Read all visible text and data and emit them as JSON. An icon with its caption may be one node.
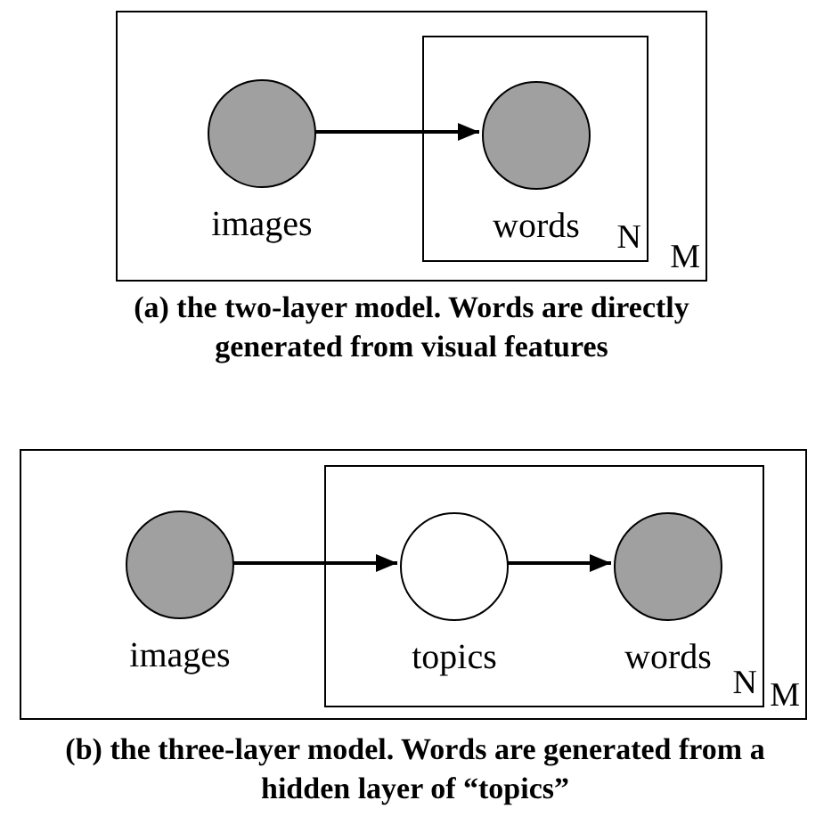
{
  "diagram": {
    "nodes": [
      {
        "text": [
          "M"
        ]
      },
      {
        "text": [
          "N"
        ],
        "in": 0
      },
      {
        "text": [
          "images"
        ],
        "in": 0
      },
      {
        "text": [
          "words"
        ],
        "in": 1
      },
      {
        "text": [
          "M"
        ]
      },
      {
        "text": [
          "N"
        ],
        "in": 4
      },
      {
        "text": [
          "images"
        ],
        "in": 4
      },
      {
        "text": [
          "topics"
        ],
        "in": 5
      },
      {
        "text": [
          "words"
        ],
        "in": 5
      }
    ],
    "edges": [
      {
        "from": 2,
        "to": 3,
        "arrow": "to"
      },
      {
        "from": 6,
        "to": 7,
        "arrow": "to"
      },
      {
        "from": 7,
        "to": 8,
        "arrow": "to"
      }
    ],
    "labels": [
      "(a) the two-layer model. Words are directly generated from visual features",
      "(b) the three-layer model. Words are generated from a hidden layer of “topics”"
    ]
  }
}
